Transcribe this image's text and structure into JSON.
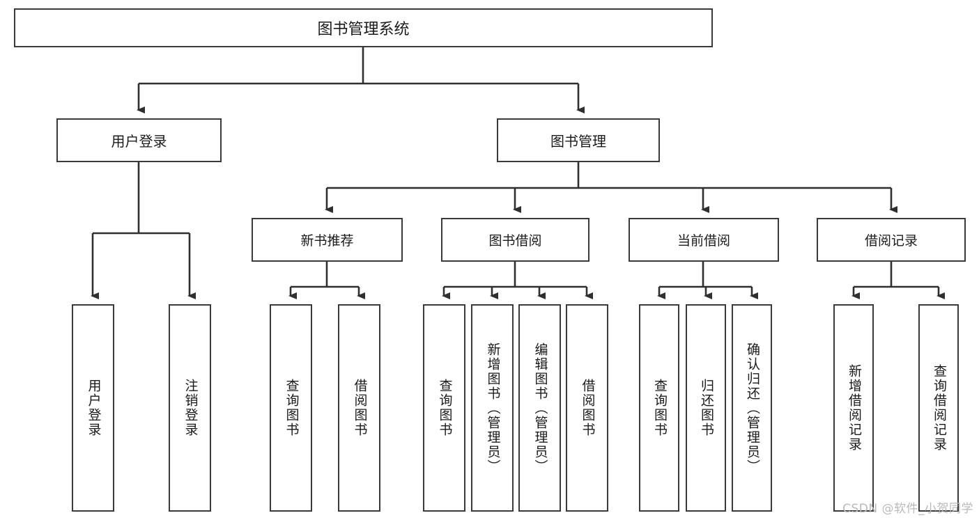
{
  "diagram": {
    "title": "图书管理系统",
    "root": {
      "label": "图书管理系统"
    },
    "level1": [
      {
        "label": "用户登录"
      },
      {
        "label": "图书管理"
      }
    ],
    "level2": [
      {
        "label": "新书推荐"
      },
      {
        "label": "图书借阅"
      },
      {
        "label": "当前借阅"
      },
      {
        "label": "借阅记录"
      }
    ],
    "leaves": {
      "user_login": [
        {
          "label": "用户登录"
        },
        {
          "label": "注销登录"
        }
      ],
      "new_book_recommend": [
        {
          "label": "查询图书"
        },
        {
          "label": "借阅图书"
        }
      ],
      "book_borrow": [
        {
          "label": "查询图书"
        },
        {
          "label": "新增图书（管理员）"
        },
        {
          "label": "编辑图书（管理员）"
        },
        {
          "label": "借阅图书"
        }
      ],
      "current_borrow": [
        {
          "label": "查询图书"
        },
        {
          "label": "归还图书"
        },
        {
          "label": "确认归还（管理员）"
        }
      ],
      "borrow_record": [
        {
          "label": "新增借阅记录"
        },
        {
          "label": "查询借阅记录"
        }
      ]
    }
  },
  "watermark": {
    "text": "CSDN @软件_小贺同学"
  },
  "colors": {
    "stroke": "#3a3a3a",
    "fill": "#ffffff",
    "text": "#1a1a1a",
    "watermark": "#b9b9b9"
  }
}
